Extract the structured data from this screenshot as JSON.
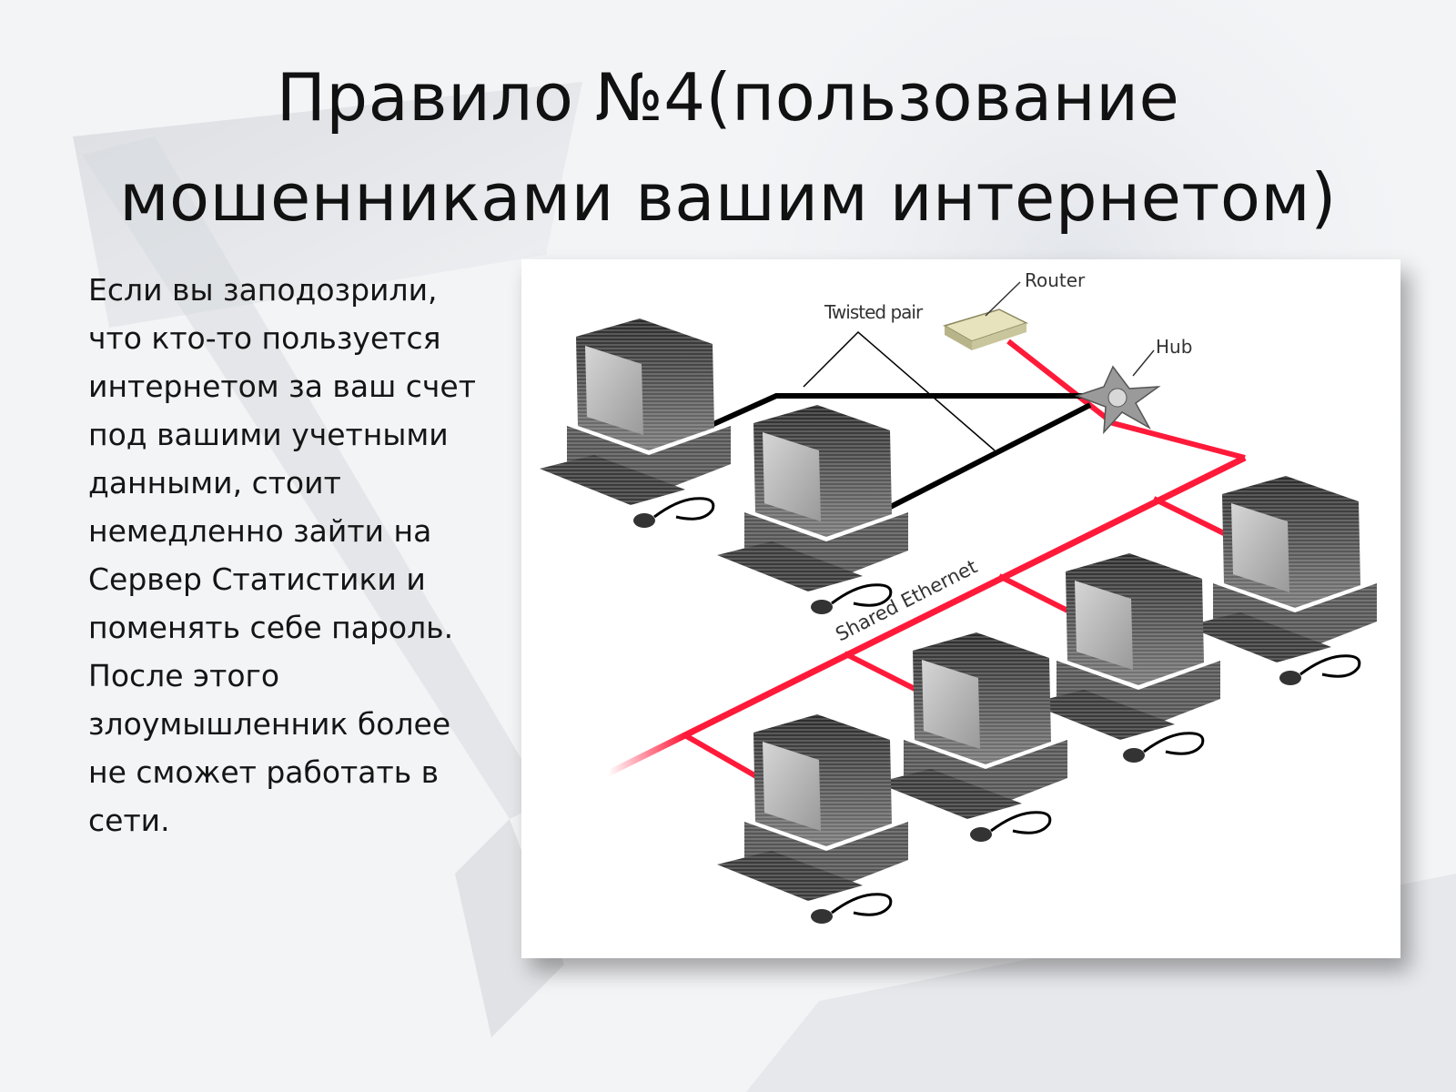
{
  "slide": {
    "title_lines": [
      "Правило №4(пользование",
      "мошенниками вашим интернетом)"
    ],
    "body_lines": [
      "Если вы заподозрили,",
      "что кто-то пользуется",
      "интернетом за ваш счет",
      "под вашими учетными",
      "данными, стоит",
      "немедленно зайти на",
      "Сервер Статистики и",
      "поменять себе пароль.",
      "После этого",
      "злоумышленник более",
      "не сможет работать в",
      "сети."
    ]
  },
  "diagram": {
    "labels": {
      "router": "Router",
      "hub": "Hub",
      "twisted_pair": "Twisted pair",
      "shared_ethernet": "Shared Ethernet"
    },
    "colors": {
      "ethernet_line": "#ff1a3a",
      "twisted_pair_line": "#000000",
      "router_fill": "#d9d6a8"
    },
    "icons": [
      "router-icon",
      "hub-icon",
      "computer-icon"
    ]
  }
}
